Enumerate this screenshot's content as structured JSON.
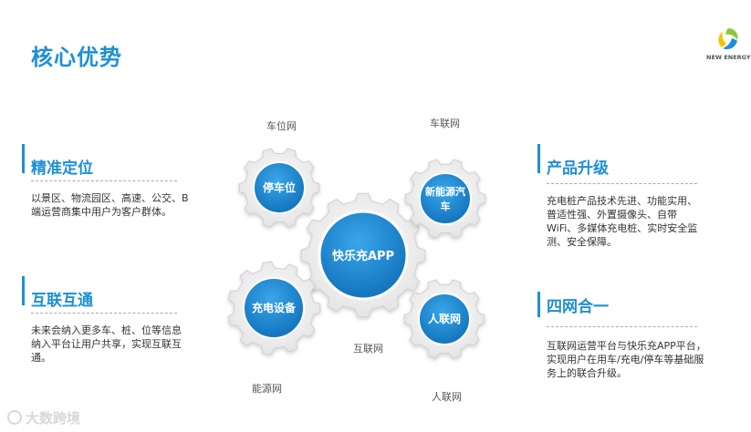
{
  "page": {
    "title": "核心优势"
  },
  "logo": {
    "text": "NEW ENERGY"
  },
  "features": [
    {
      "title": "精准定位",
      "desc": "以景区、物流园区、高速、公交、B端运营商集中用户为客户群体。"
    },
    {
      "title": "互联互通",
      "desc": "未来会纳入更多车、桩、位等信息纳入平台让用户共享，实现互联互通。"
    },
    {
      "title": "产品升级",
      "desc": "充电桩产品技术先进、功能实用、普适性强、外置摄像头、自带WiFi、多媒体充电桩、实时安全监测、安全保障。"
    },
    {
      "title": "四网合一",
      "desc": "互联网运营平台与快乐充APP平台，实现用户在用车/充电/停车等基础服务上的联合升级。"
    }
  ],
  "gears": {
    "center": "快乐充APP",
    "parking": "停车位",
    "new_energy_car": "新能源汽车",
    "charging_equipment": "充电设备",
    "people_network": "人联网"
  },
  "network_labels": {
    "parking_network": "车位网",
    "vehicle_network": "车联网",
    "internet": "互联网",
    "energy_network": "能源网",
    "people_network": "人联网"
  },
  "watermark": {
    "text": "大数跨境"
  },
  "colors": {
    "accent": "#1e8fd6",
    "gear_outer": "#eeeeee",
    "gear_inner": "#1a86cf"
  }
}
